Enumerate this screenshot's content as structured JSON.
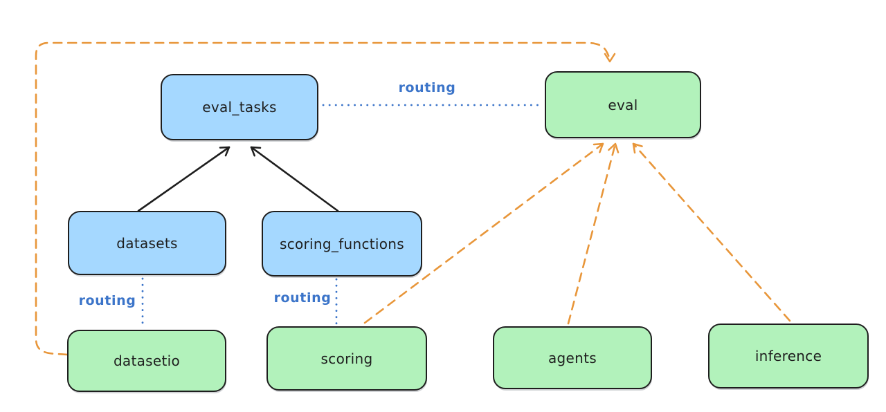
{
  "colors": {
    "resource_node_fill_blue": "#a5d8ff",
    "provider_node_fill_green": "#b2f2bb",
    "node_stroke": "#1e1e1e",
    "routing_line_blue": "#3b74c9",
    "provider_arrow_orange": "#e8963a",
    "dependency_arrow_black": "#1e1e1e",
    "background": "#ffffff"
  },
  "nodes": [
    {
      "id": "eval_tasks",
      "label": "eval_tasks",
      "fill": "blue"
    },
    {
      "id": "eval",
      "label": "eval",
      "fill": "green"
    },
    {
      "id": "datasets",
      "label": "datasets",
      "fill": "blue"
    },
    {
      "id": "scoring_functions",
      "label": "scoring_functions",
      "fill": "blue"
    },
    {
      "id": "datasetio",
      "label": "datasetio",
      "fill": "green"
    },
    {
      "id": "scoring",
      "label": "scoring",
      "fill": "green"
    },
    {
      "id": "agents",
      "label": "agents",
      "fill": "green"
    },
    {
      "id": "inference",
      "label": "inference",
      "fill": "green"
    }
  ],
  "edges": {
    "routing_links": [
      {
        "from": "eval_tasks",
        "to": "eval",
        "label": "routing",
        "style": "dotted-blue"
      },
      {
        "from": "datasets",
        "to": "datasetio",
        "label": "routing",
        "style": "dotted-blue"
      },
      {
        "from": "scoring_functions",
        "to": "scoring",
        "label": "routing",
        "style": "dotted-blue"
      }
    ],
    "solid_arrows": [
      {
        "from": "datasets",
        "to": "eval_tasks",
        "style": "solid-black"
      },
      {
        "from": "scoring_functions",
        "to": "eval_tasks",
        "style": "solid-black"
      }
    ],
    "dashed_arrows": [
      {
        "from": "datasetio",
        "to": "eval",
        "style": "dashed-orange",
        "route": "around-left-and-top"
      },
      {
        "from": "scoring",
        "to": "eval",
        "style": "dashed-orange",
        "route": "direct"
      },
      {
        "from": "agents",
        "to": "eval",
        "style": "dashed-orange",
        "route": "direct"
      },
      {
        "from": "inference",
        "to": "eval",
        "style": "dashed-orange",
        "route": "direct"
      }
    ]
  }
}
